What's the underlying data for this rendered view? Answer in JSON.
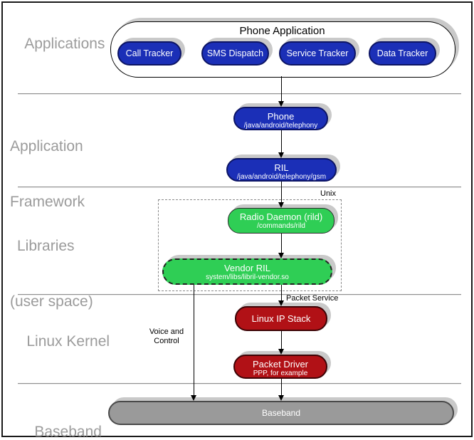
{
  "layers": [
    {
      "id": "applications",
      "lines": [
        "Applications"
      ]
    },
    {
      "id": "application-framework",
      "lines": [
        "Application",
        "Framework"
      ]
    },
    {
      "id": "libraries",
      "lines": [
        "Libraries",
        "(user space)"
      ]
    },
    {
      "id": "linux-kernel",
      "lines": [
        "Linux Kernel"
      ]
    },
    {
      "id": "baseband",
      "lines": [
        "Baseband"
      ]
    }
  ],
  "phone_application": {
    "title": "Phone Application",
    "children": [
      "Call Tracker",
      "SMS Dispatch",
      "Service Tracker",
      "Data Tracker"
    ]
  },
  "nodes": {
    "phone": {
      "title": "Phone",
      "subtitle": "/java/android/telephony"
    },
    "ril": {
      "title": "RIL",
      "subtitle": "/java/android/telephony/gsm"
    },
    "radio_daemon": {
      "title": "Radio Daemon (rild)",
      "subtitle": "/commands/rild"
    },
    "vendor_ril": {
      "title": "Vendor RIL",
      "subtitle": "system/libs/libril-vendor.so"
    },
    "linux_ip_stack": {
      "title": "Linux IP Stack"
    },
    "packet_driver": {
      "title": "Packet Driver",
      "subtitle": "PPP, for example"
    },
    "baseband": {
      "title": "Baseband"
    }
  },
  "unix_box": {
    "label": "Unix"
  },
  "edge_labels": {
    "packet_service": "Packet Service",
    "voice_and_control": [
      "Voice and",
      "Control"
    ]
  },
  "colors": {
    "app_blue": "#1b2fb7",
    "library_green": "#2fce55",
    "kernel_red": "#b11116",
    "baseband_gray": "#9a9a9a",
    "layer_label_gray": "#9b9b9b",
    "shadow_gray": "#c9c9c9"
  }
}
